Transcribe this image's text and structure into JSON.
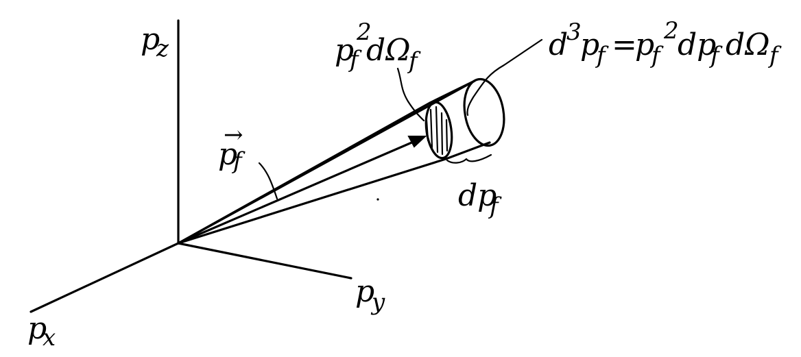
{
  "axes": {
    "z_label": "p",
    "z_sub": "z",
    "y_label": "p",
    "y_sub": "y",
    "x_label": "p",
    "x_sub": "x"
  },
  "momentum_vector": {
    "arrow": "→",
    "label": "p",
    "sub": "f"
  },
  "area_element": {
    "p": "p",
    "sub": "f",
    "sup": "2",
    "rest": "dΩ",
    "rest_sub": "f"
  },
  "volume_equation": {
    "lhs_d": "d",
    "lhs_sup": "3",
    "lhs_p": "p",
    "lhs_sub": "f",
    "eq": "=",
    "r_p": "p",
    "r_sub": "f",
    "r_sup": "2",
    "r_dp": "dp",
    "r_dp_sub": "f",
    "r_domega": "dΩ",
    "r_domega_sub": "f"
  },
  "shell_thickness": {
    "label": "dp",
    "sub": "f"
  }
}
